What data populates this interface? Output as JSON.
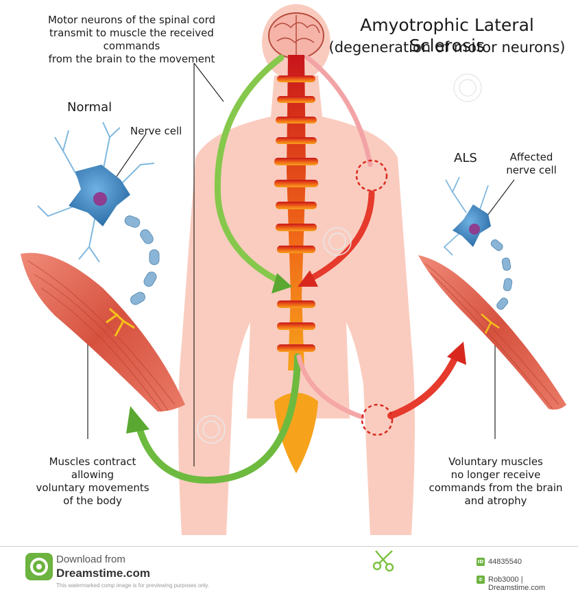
{
  "title": "Amyotrophic Lateral Sclerosis",
  "subtitle": "(degeneration of motor neurons)",
  "labels": {
    "top_caption": "Motor neurons of the spinal cord\ntransmit to muscle the received commands\nfrom the brain to the movement",
    "normal": "Normal",
    "nerve_cell": "Nerve cell",
    "als": "ALS",
    "affected_nerve_cell": "Affected\nnerve cell",
    "left_caption": "Muscles contract\nallowing\nvoluntary movements\nof the body",
    "right_caption": "Voluntary muscles\nno longer receive\ncommands from the brain\nand atrophy"
  },
  "footer": {
    "download": "Download from",
    "site": "Dreamstime.com",
    "disclaimer": "This watermarked comp image is for previewing purposes only.",
    "id_tag": "ID",
    "id_number": "44835540",
    "credit_tag": "©",
    "credit": "Rob3000 | Dreamstime.com"
  },
  "colors": {
    "body": "#f9c2b4",
    "spine_top": "#c8151b",
    "spine_bottom": "#f7a21b",
    "healthy_arrow": "#7dc242",
    "damaged_arrow": "#e53a2c",
    "neuron": "#3b83c0",
    "muscle": "#d9594a"
  }
}
